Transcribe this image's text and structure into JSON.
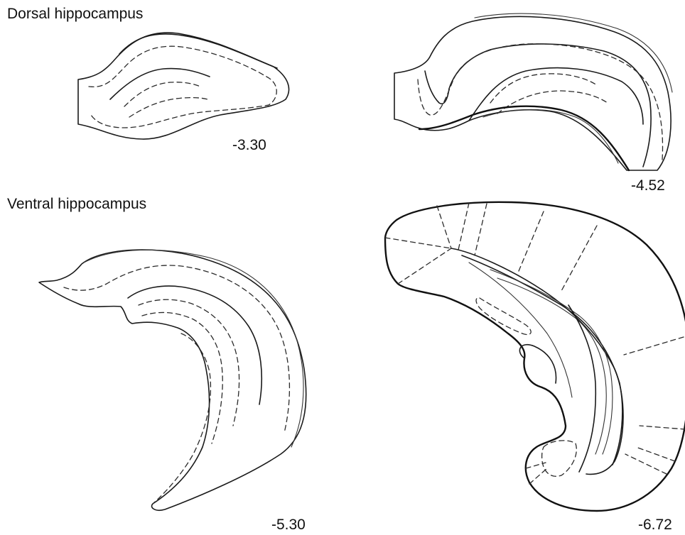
{
  "sections": {
    "dorsal": {
      "title": "Dorsal hippocampus",
      "sections": [
        {
          "coordinate": "-3.30"
        },
        {
          "coordinate": "-4.52"
        }
      ]
    },
    "ventral": {
      "title": "Ventral hippocampus",
      "sections": [
        {
          "coordinate": "-5.30"
        },
        {
          "coordinate": "-6.72"
        }
      ]
    }
  },
  "colors": {
    "line": "#1a1a1a",
    "background": "#ffffff"
  }
}
